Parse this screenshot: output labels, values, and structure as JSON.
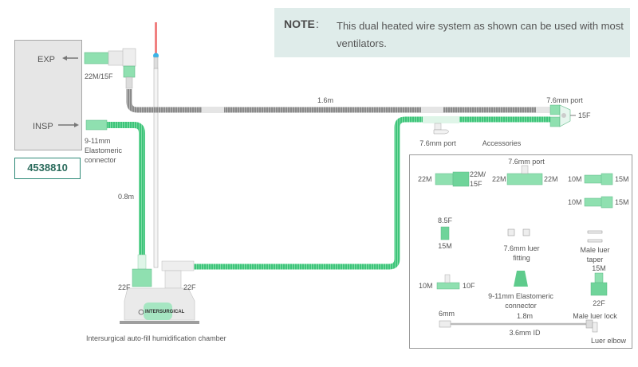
{
  "note": {
    "label": "NOTE",
    "colon": ":",
    "text": "This dual heated wire system as shown can be used with most ventilators."
  },
  "ventilator": {
    "exp_label": "EXP",
    "insp_label": "INSP"
  },
  "product_code": "4538810",
  "circuit_labels": {
    "exp_connector": "22M/15F",
    "insp_connector_line1": "9-11mm",
    "insp_connector_line2": "Elastomeric",
    "insp_connector_line3": "connector",
    "insp_limb_length": "0.8m",
    "exp_limb_length": "1.6m",
    "wye_port": "7.6mm port",
    "wye_15f": "15F",
    "insp_port": "7.6mm port",
    "chamber_left": "22F",
    "chamber_right": "22F",
    "chamber_caption": "Intersurgical auto-fill humidification chamber",
    "chamber_brand": "INTERSURGICAL"
  },
  "accessories": {
    "title": "Accessories",
    "items": [
      {
        "name": "straight-connector",
        "left": "22M",
        "right_line1": "22M/",
        "right_line2": "15F"
      },
      {
        "name": "port-connector",
        "top": "7.6mm port",
        "left": "22M",
        "right": "22M"
      },
      {
        "name": "reducer-1",
        "left": "10M",
        "right": "15M"
      },
      {
        "name": "reducer-2",
        "left": "10M",
        "right": "15M"
      },
      {
        "name": "small-adapter",
        "top": "8.5F",
        "bottom": "15M"
      },
      {
        "name": "luer-fitting",
        "line1": "7.6mm luer",
        "line2": "fitting"
      },
      {
        "name": "male-luer-taper",
        "line1": "Male luer",
        "line2": "taper"
      },
      {
        "name": "port-10mm",
        "left": "10M",
        "right": "10F"
      },
      {
        "name": "elastomeric-connector",
        "line1": "9-11mm Elastomeric",
        "line2": "connector"
      },
      {
        "name": "adapter-22f",
        "top": "15M",
        "bottom": "22F"
      },
      {
        "name": "sample-line",
        "left": "6mm",
        "length": "1.8m",
        "id": "3.6mm ID",
        "right_top": "Male luer lock",
        "right_bottom": "Luer elbow"
      }
    ]
  },
  "colors": {
    "green_tube": "#3ec47a",
    "grey_tube": "#8a8a8a",
    "note_bg": "#dfecea",
    "code_border": "#2f8a78",
    "probe_red": "#f08080",
    "probe_blue": "#3ab4e8"
  }
}
